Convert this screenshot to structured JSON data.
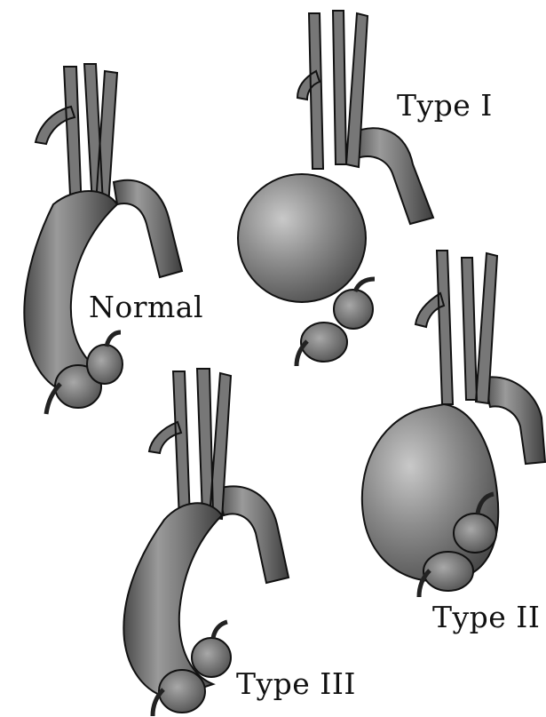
{
  "labels": {
    "normal": "Normal",
    "type1": "Type I",
    "type2": "Type II",
    "type3": "Type III"
  },
  "colors": {
    "background": "#ffffff",
    "vessel_mid": "#7a7a7a",
    "vessel_light": "#b5b5b5",
    "vessel_dark": "#3d3d3d",
    "outline": "#111111"
  }
}
